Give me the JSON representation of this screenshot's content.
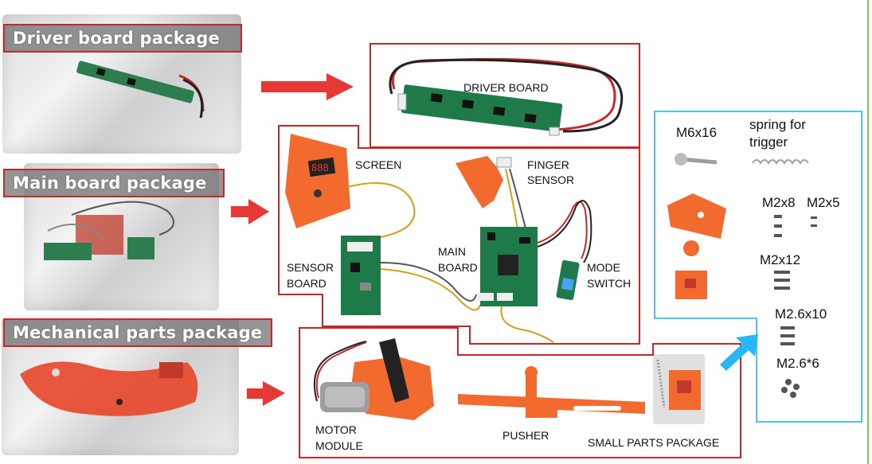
{
  "packages": {
    "driver": "Driver board package",
    "main": "Main board package",
    "mechanical": "Mechanical parts package"
  },
  "components": {
    "driver_board": "DRIVER BOARD",
    "screen": "SCREEN",
    "finger_sensor_1": "FINGER",
    "finger_sensor_2": "SENSOR",
    "sensor_board_1": "SENSOR",
    "sensor_board_2": "BOARD",
    "main_board_1": "MAIN",
    "main_board_2": "BOARD",
    "mode_switch_1": "MODE",
    "mode_switch_2": "SWITCH",
    "motor_module_1": "MOTOR",
    "motor_module_2": "MODULE",
    "pusher": "PUSHER",
    "small_parts": "SMALL PARTS PACKAGE"
  },
  "small_parts": {
    "m6x16": "M6x16",
    "spring_1": "spring for",
    "spring_2": "trigger",
    "m2x8": "M2x8",
    "m2x5": "M2x5",
    "m2x12": "M2x12",
    "m26x10": "M2.6x10",
    "m26x6": "M2.6*6"
  },
  "colors": {
    "frame_red": "#c62828",
    "frame_cyan": "#4fc3e8",
    "arrow_red": "#e53935",
    "arrow_cyan": "#29b6f6",
    "pcb_green": "#1f7a4a",
    "plastic_orange": "#f26a2e"
  }
}
